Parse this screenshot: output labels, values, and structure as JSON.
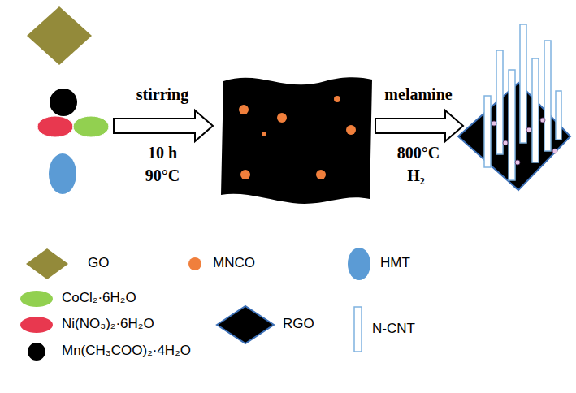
{
  "diagram": {
    "labels": [
      "stirring",
      "10 h",
      "90°C",
      "melamine",
      "800°C",
      "H₂"
    ],
    "legend": [
      {
        "text": "GO",
        "color": "#938a3a"
      },
      {
        "text": "MNCO",
        "color": "#f07f3c"
      },
      {
        "text": "HMT",
        "color": "#5b9bd5"
      },
      {
        "text": "CoCl₂·6H₂O",
        "color": "#92d050"
      },
      {
        "text": "RGO",
        "color": "#000000"
      },
      {
        "text": "N-CNT"
      },
      {
        "text": "Ni(NO₃)₂·6H₂O",
        "color": "#e8384f"
      },
      {
        "text": "Mn(CH₃COO)₂·4H₂O",
        "color": "#000000"
      }
    ]
  }
}
